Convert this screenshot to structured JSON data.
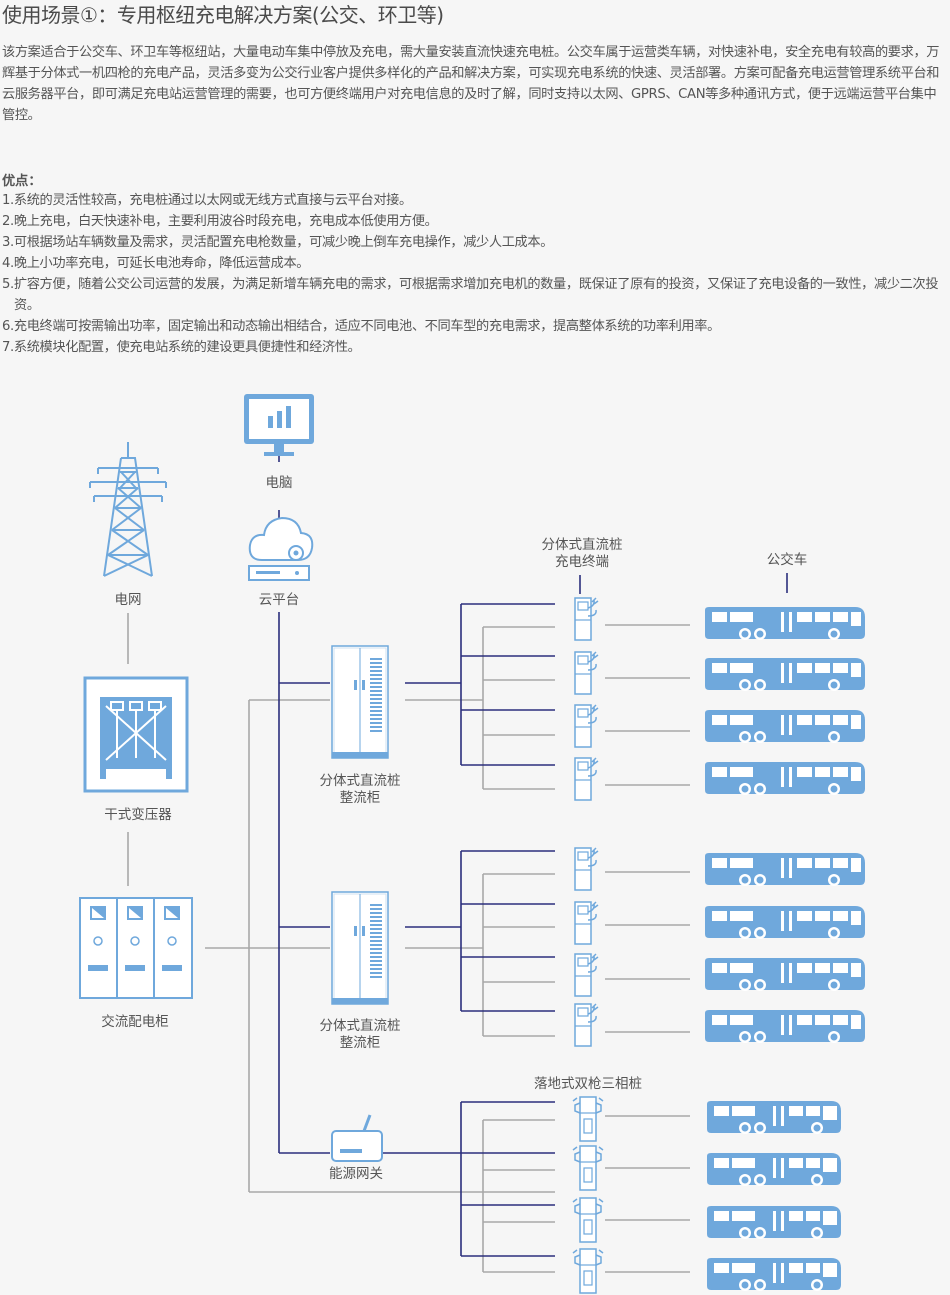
{
  "title": "使用场景①：专用枢纽充电解决方案(公交、环卫等)",
  "intro": "该方案适合于公交车、环卫车等枢纽站，大量电动车集中停放及充电，需大量安装直流快速充电桩。公交车属于运营类车辆，对快速补电，安全充电有较高的要求，万辉基于分体式一机四枪的充电产品，灵活多变为公交行业客户提供多样化的产品和解决方案，可实现充电系统的快速、灵活部署。方案可配备充电运营管理系统平台和云服务器平台，即可满足充电站运营管理的需要，也可方便终端用户对充电信息的及时了解，同时支持以太网、GPRS、CAN等多种通讯方式，便于远端运营平台集中管控。",
  "advantages_heading": "优点：",
  "advantages": [
    "1.系统的灵活性较高，充电桩通过以太网或无线方式直接与云平台对接。",
    "2.晚上充电，白天快速补电，主要利用波谷时段充电，充电成本低使用方便。",
    "3.可根据场站车辆数量及需求，灵活配置充电枪数量，可减少晚上倒车充电操作，减少人工成本。",
    "4.晚上小功率充电，可延长电池寿命，降低运营成本。",
    "5.扩容方便，随着公交公司运营的发展，为满足新增车辆充电的需求，可根据需求增加充电机的数量，既保证了原有的投资，又保证了充电设备的一致性，减少二次投资。",
    "6.充电终端可按需输出功率，固定输出和动态输出相结合，适应不同电池、不同车型的充电需求，提高整体系统的功率利用率。",
    "7.系统模块化配置，使充电站系统的建设更具便捷性和经济性。"
  ],
  "diagram": {
    "grid": "电网",
    "computer": "电脑",
    "cloud": "云平台",
    "transformer": "干式变压器",
    "ac_cabinet": "交流配电柜",
    "rectifier_line1": "分体式直流桩",
    "rectifier_line2": "整流柜",
    "gateway": "能源网关",
    "terminal_line1": "分体式直流桩",
    "terminal_line2": "充电终端",
    "bus": "公交车",
    "floor_pile": "落地式双枪三相桩"
  },
  "colors": {
    "icon_blue": "#6fa8dc",
    "data_line": "#2b2f7d",
    "power_line": "#a8a8a8"
  }
}
